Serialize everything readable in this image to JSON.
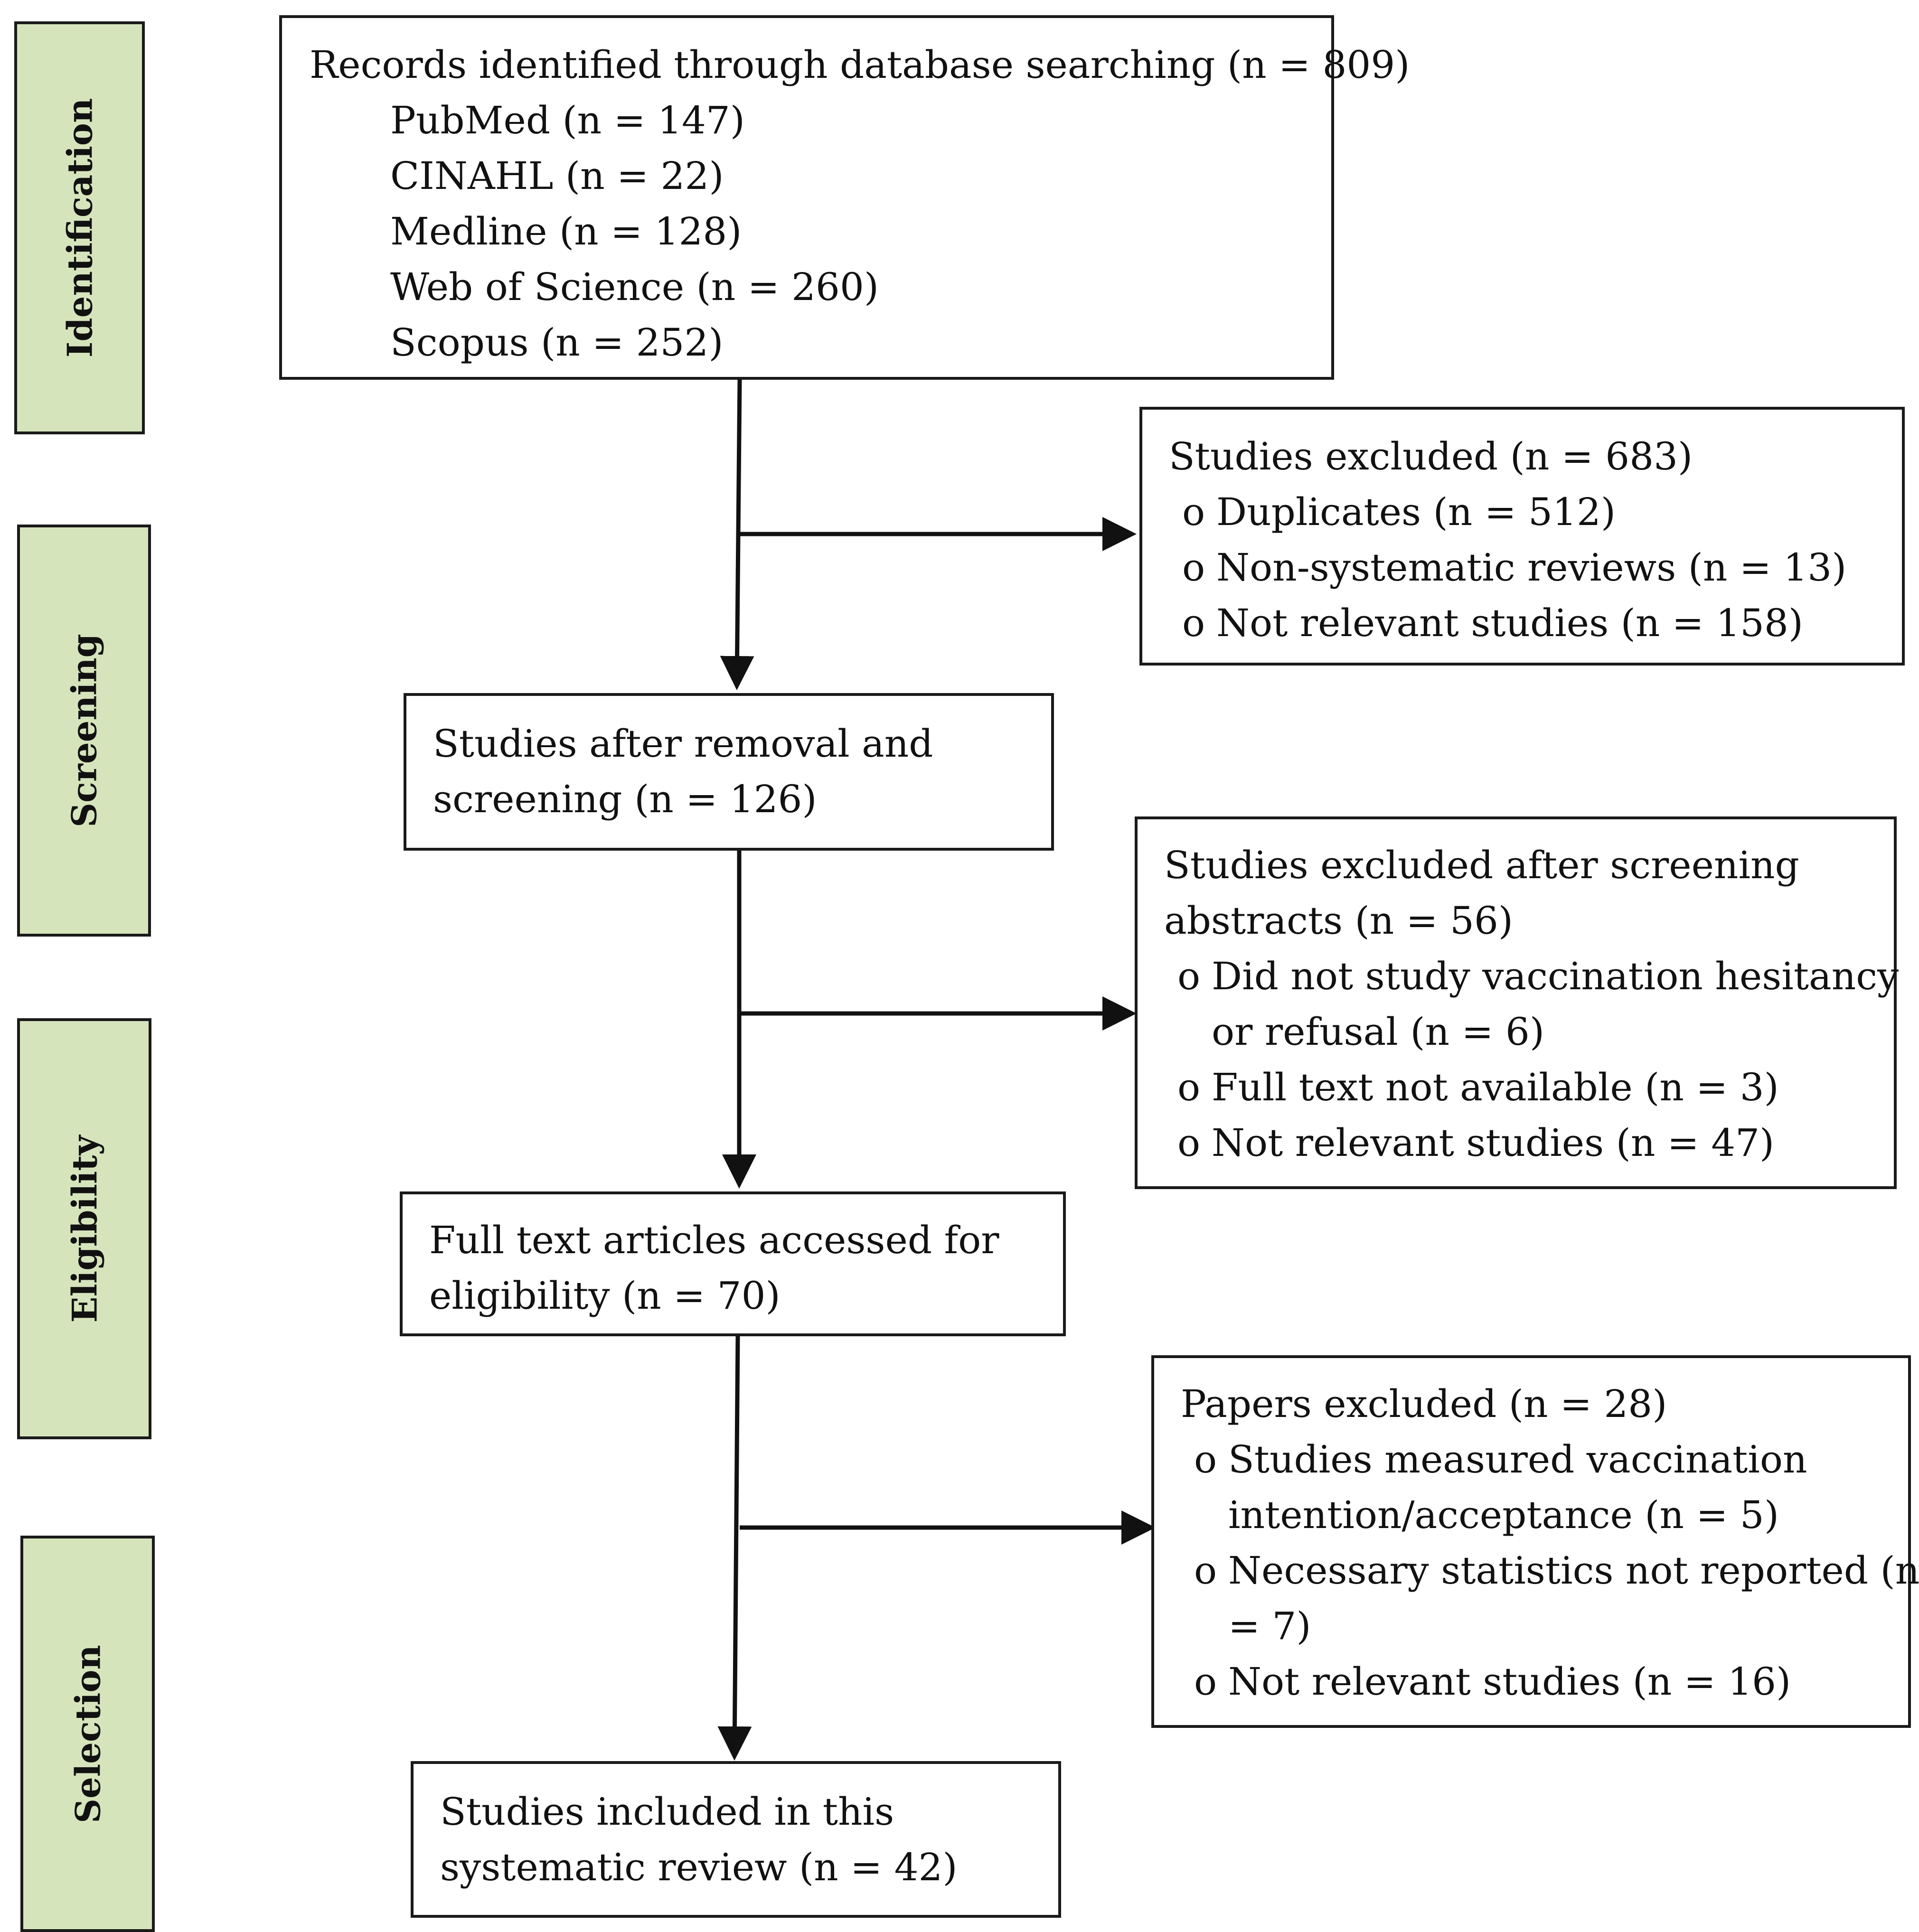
{
  "stages": [
    "Identification",
    "Screening",
    "Eligibility",
    "Selection"
  ],
  "bullet_symbol": "o",
  "records": {
    "title": "Records identified through database searching (n = 809)",
    "sources": [
      "PubMed (n = 147)",
      "CINAHL (n = 22)",
      "Medline (n = 128)",
      "Web of Science (n = 260)",
      "Scopus (n = 252)"
    ]
  },
  "excluded1": {
    "title": "Studies excluded (n = 683)",
    "items": [
      "Duplicates (n = 512)",
      "Non-systematic reviews (n = 13)",
      "Not relevant studies (n = 158)"
    ]
  },
  "screened": {
    "line1": "Studies after removal and",
    "line2": "screening (n = 126)"
  },
  "excluded2": {
    "title_line1": "Studies excluded after screening",
    "title_line2": "abstracts (n = 56)",
    "item1_line1": "Did not study vaccination hesitancy",
    "item1_line2": "or refusal (n = 6)",
    "item2": "Full text not available (n = 3)",
    "item3": "Not relevant studies (n = 47)"
  },
  "fulltext": {
    "line1": "Full text articles accessed for",
    "line2": "eligibility (n = 70)"
  },
  "excluded3": {
    "title": "Papers excluded (n = 28)",
    "item1_line1": "Studies measured vaccination",
    "item1_line2": "intention/acceptance (n = 5)",
    "item2_line1": "Necessary statistics not reported (n",
    "item2_line2": "= 7)",
    "item3": "Not relevant studies (n = 16)"
  },
  "included": {
    "line1": "Studies included in this",
    "line2": "systematic review (n = 42)"
  }
}
